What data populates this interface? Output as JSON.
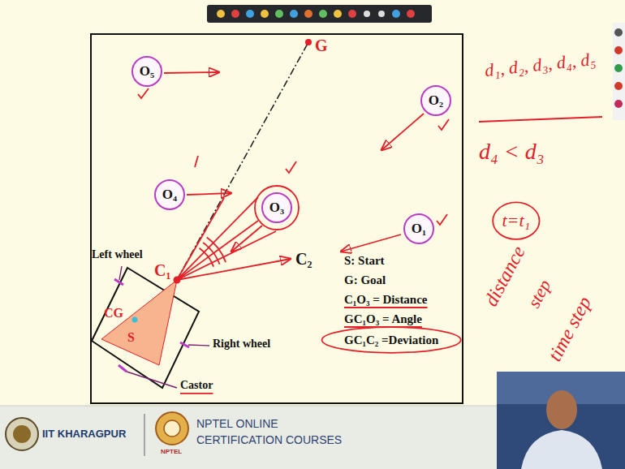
{
  "diagram": {
    "nodes": [
      {
        "text": [
          "O₅"
        ]
      },
      {
        "text": [
          "O₂"
        ]
      },
      {
        "text": [
          "O₄"
        ]
      },
      {
        "text": [
          "O₃"
        ]
      },
      {
        "text": [
          "O₁"
        ]
      }
    ],
    "labels": [
      "G",
      "C₁",
      "C₂",
      "Left wheel",
      "Right wheel",
      "Castor",
      "CG",
      "S",
      "S: Start",
      "G: Goal",
      "C₁O₃ = Distance",
      "GC₁O₃ = Angle",
      "GC₁C₂ =Deviation",
      "d₁, d₂, d₃, d₄, d₅",
      "d₄ < d₃",
      "t=t₁",
      "distance",
      "step",
      "time step",
      "IIT KHARAGPUR",
      "NPTEL ONLINE",
      "CERTIFICATION COURSES",
      "NPTEL"
    ]
  }
}
